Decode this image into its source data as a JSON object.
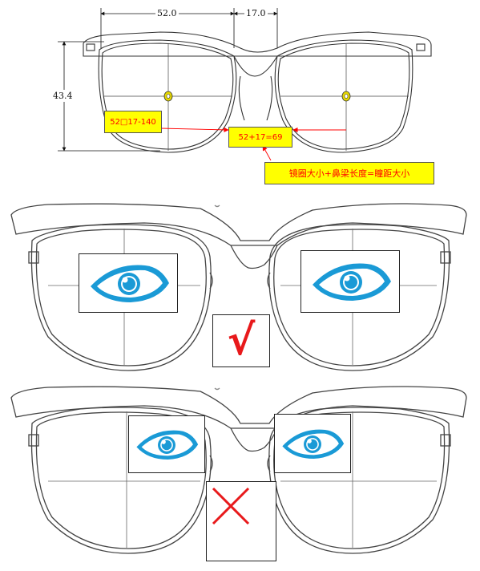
{
  "dimensions": {
    "lens_width": "52.0",
    "bridge_width": "17.0",
    "lens_height": "43.4"
  },
  "callouts": {
    "size_code": "52□17-140",
    "formula": "52+17=69",
    "legend": "镜圈大小+鼻梁长度=瞳距大小"
  },
  "panels": [
    {
      "name": "correct-fit",
      "mark": "√",
      "mark_color": "#e8191b"
    },
    {
      "name": "incorrect-fit",
      "mark": "×",
      "mark_color": "#e8191b"
    }
  ],
  "colors": {
    "eye": "#1a9ad6",
    "callout_bg": "#ffff00",
    "callout_text": "#ff0000",
    "pupil_marker": "#e6d800"
  }
}
